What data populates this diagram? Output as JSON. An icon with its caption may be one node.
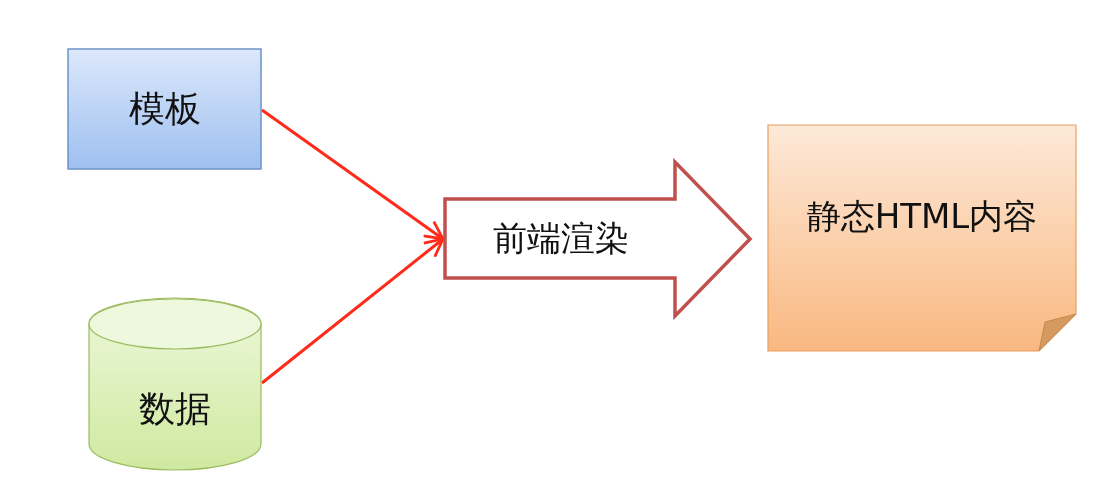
{
  "diagram": {
    "nodes": [
      {
        "text": [
          "模板"
        ]
      },
      {
        "text": [
          "数据"
        ]
      },
      {
        "text": [
          "前端渲染"
        ]
      },
      {
        "text": [
          "静态HTML内容"
        ]
      }
    ],
    "edges": [
      {
        "from": 0,
        "to": 2,
        "arrow": "to"
      },
      {
        "from": 1,
        "to": 2,
        "arrow": "to"
      }
    ]
  }
}
